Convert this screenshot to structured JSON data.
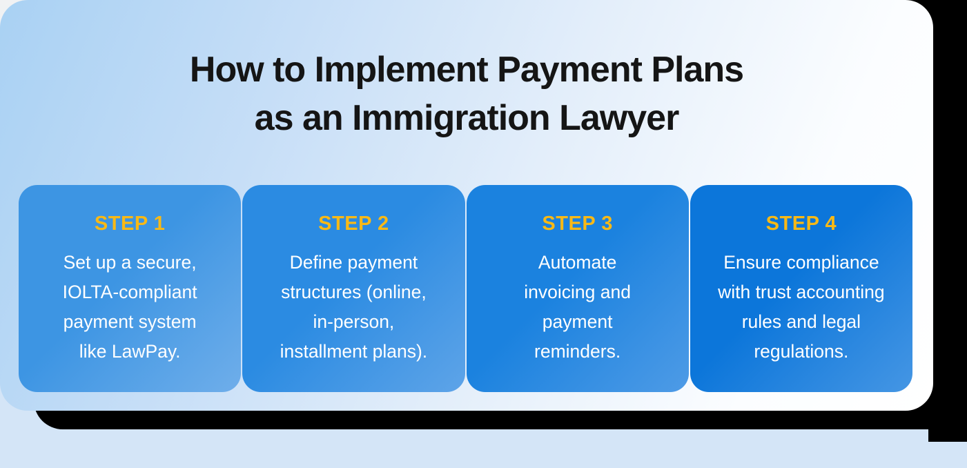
{
  "title": {
    "line1": "How to Implement Payment Plans",
    "line2": "as an Immigration Lawyer"
  },
  "colors": {
    "title_text": "#151515",
    "step_label": "#F8B916",
    "card_text": "#FFFFFF",
    "shadow": "#000000",
    "page_bottom_strip": "#D4E5F7"
  },
  "panel": {
    "gradient": {
      "angle": "112deg",
      "stops": [
        "#A9D1F3 0%",
        "#C6DEF7 28%",
        "#E3EEFA 55%",
        "#FBFDFF 82%",
        "#FFFFFF 100%"
      ]
    }
  },
  "steps": [
    {
      "label": "STEP 1",
      "text": "Set up a secure,\nIOLTA-compliant\npayment system\nlike LawPay.",
      "gradient": {
        "angle": "135deg",
        "stops": [
          "#3D95E3 45%",
          "#6FAEEA 100%"
        ]
      }
    },
    {
      "label": "STEP 2",
      "text": "Define payment\nstructures (online,\nin-person,\ninstallment plans).",
      "gradient": {
        "angle": "135deg",
        "stops": [
          "#2B8BE2 45%",
          "#5EA4E8 100%"
        ]
      }
    },
    {
      "label": "STEP 3",
      "text": "Automate\ninvoicing and\npayment\nreminders.",
      "gradient": {
        "angle": "135deg",
        "stops": [
          "#1B82DF 45%",
          "#4E9BE6 100%"
        ]
      }
    },
    {
      "label": "STEP 4",
      "text": "Ensure compliance\nwith trust accounting\nrules and legal\nregulations.",
      "gradient": {
        "angle": "135deg",
        "stops": [
          "#0C76DA 45%",
          "#4596E4 100%"
        ]
      }
    }
  ]
}
